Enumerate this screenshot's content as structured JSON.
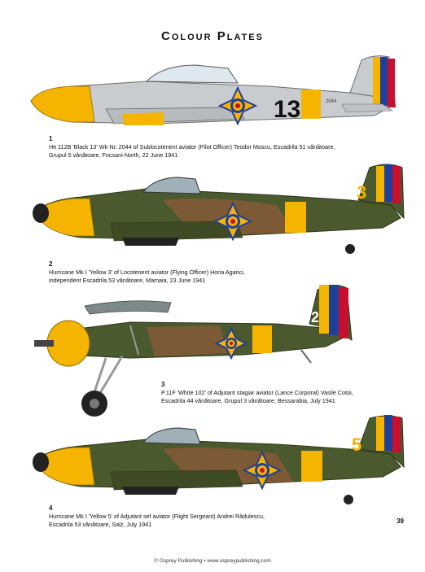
{
  "title": "Colour Plates",
  "page_number": "39",
  "footer": "© Osprey Publishing • www.ospreypublishing.com",
  "plates": [
    {
      "number": "1",
      "lines": [
        "He 112B 'Black 13' Wk-Nr. 2044 of Sublocotenent aviator (Pilot Officer) Teodor Moscu, Escadrila 51 vânătoare,",
        "Grupul 5 vânătoare, Focsani-North, 22 June 1941"
      ],
      "marking": "13",
      "serial": "2044"
    },
    {
      "number": "2",
      "lines": [
        "Hurricane Mk I 'Yellow 3' of Locotenent aviator (Flying Officer) Horia Agarici,",
        "independent Escadrila 53 vânătoare, Mamaia, 23 June 1941"
      ],
      "marking": "3"
    },
    {
      "number": "3",
      "lines": [
        "P.11F 'White 102' of Adjutant stagiar aviator (Lance Corporal) Vasile Cotoi,",
        "Escadrila 44 vânătoare, Grupul 3 vânătoare, Bessarabia, July 1941"
      ],
      "marking": "102"
    },
    {
      "number": "4",
      "lines": [
        "Hurricane Mk I 'Yellow 5' of Adjutant sef aviator (Flight Sergeant) Andrei Rădulescu,",
        "Escadrila 53 vânătoare, Salz, July 1941"
      ],
      "marking": "5"
    }
  ],
  "colors": {
    "yellow": "#f5b400",
    "blue": "#1f3f9a",
    "red": "#c8102e",
    "grey": "#c9ccce",
    "green": "#4b5a2e",
    "brown": "#7b5a35"
  }
}
